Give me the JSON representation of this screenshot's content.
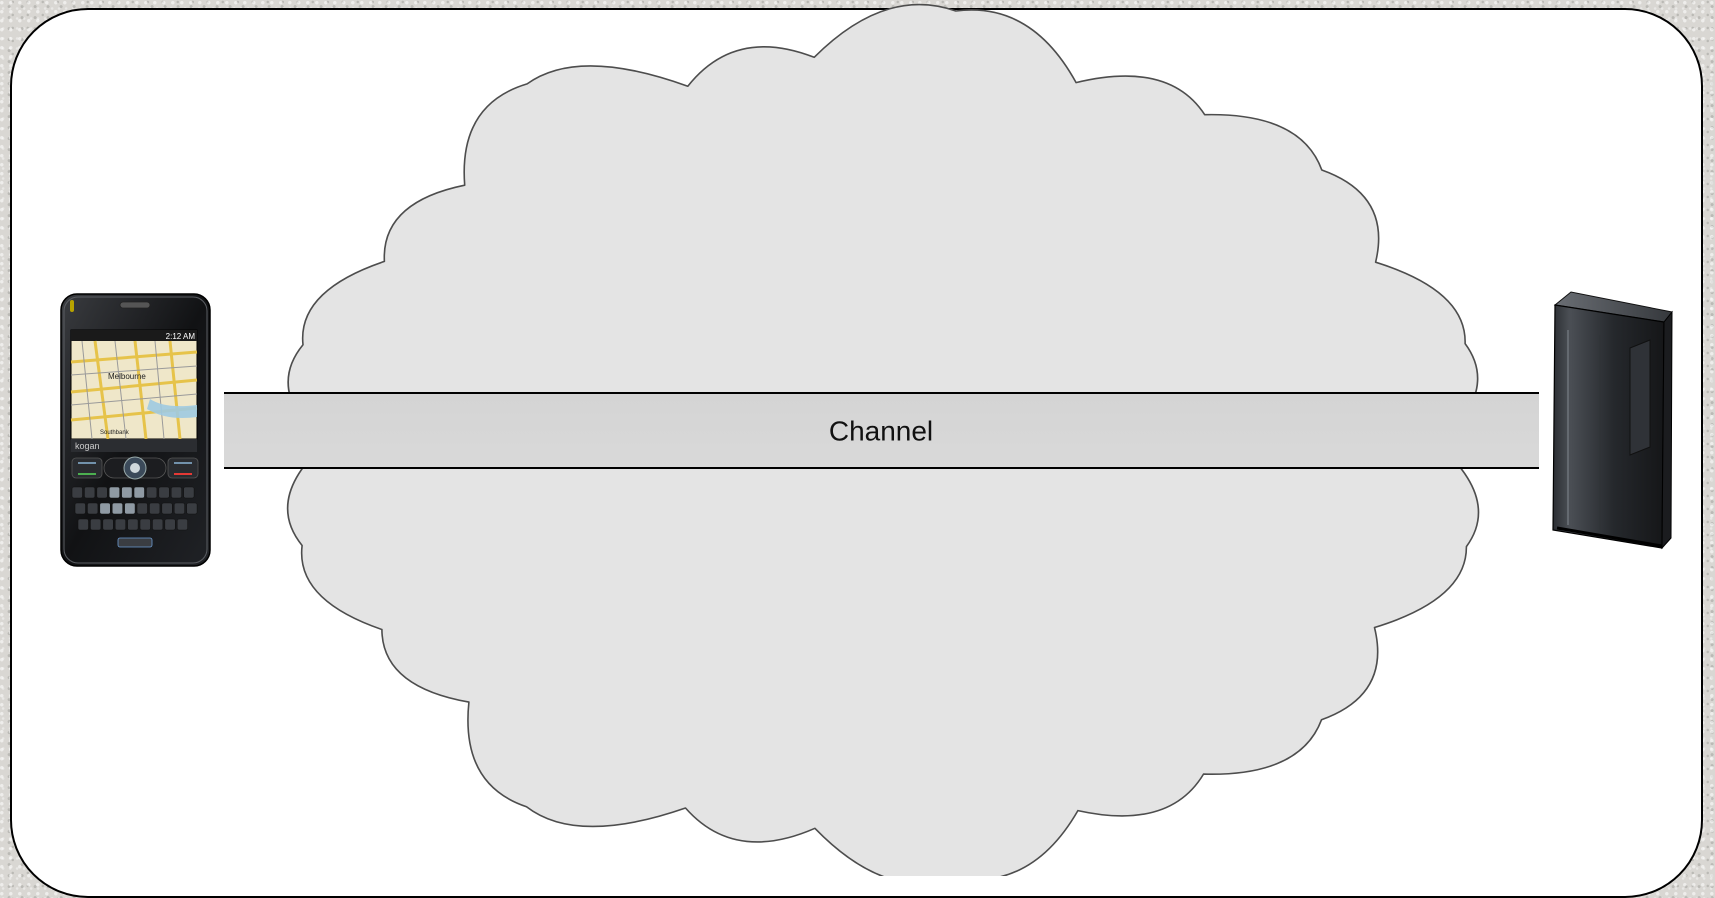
{
  "diagram": {
    "channel_label": "Channel",
    "phone": {
      "brand_text": "kogan",
      "status_time": "2:12 AM",
      "map_city_label": "Melbourne",
      "map_district_label": "Southbank"
    }
  }
}
